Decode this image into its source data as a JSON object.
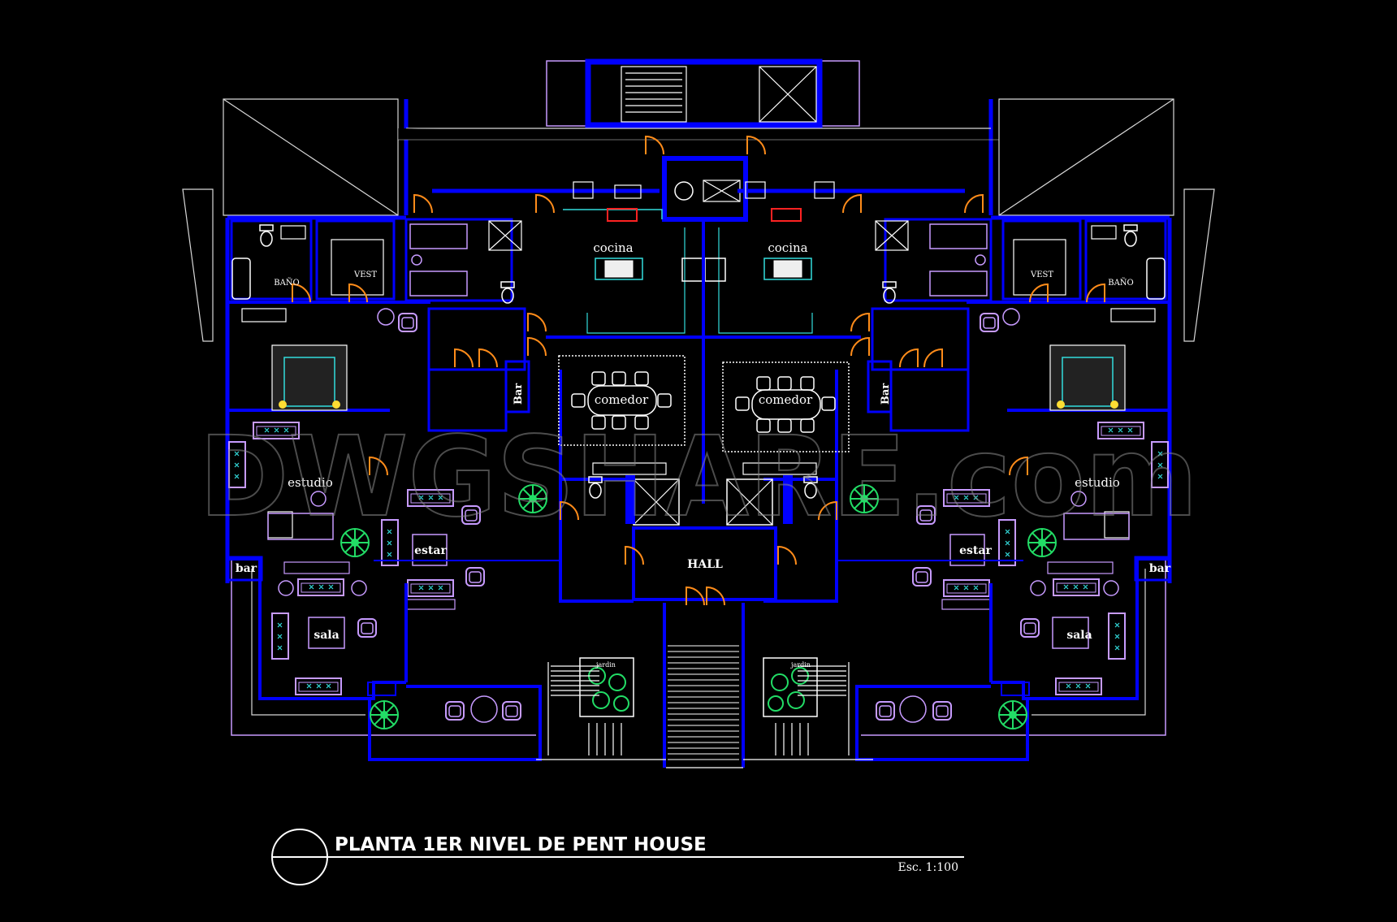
{
  "drawing": {
    "title": "PLANTA 1ER NIVEL DE PENT HOUSE",
    "scale": "Esc. 1:100",
    "watermark": "DWGSHARE.com"
  },
  "rooms": {
    "cocina": "cocina",
    "comedor": "comedor",
    "bano": "BAÑO",
    "vest": "VEST",
    "bar_upper": "Bar",
    "bar_lower": "bar",
    "estudio": "estudio",
    "estar": "estar",
    "sala": "sala",
    "hall": "HALL",
    "jardin": "jardin"
  },
  "colors": {
    "background": "#000000",
    "wall": "#0000ff",
    "furniture": "#c79bff",
    "door": "#ff8c1a",
    "plant": "#22dd66",
    "cyan": "#33dddd",
    "stove": "#ff2222",
    "thin_line": "#d8d8d8"
  }
}
